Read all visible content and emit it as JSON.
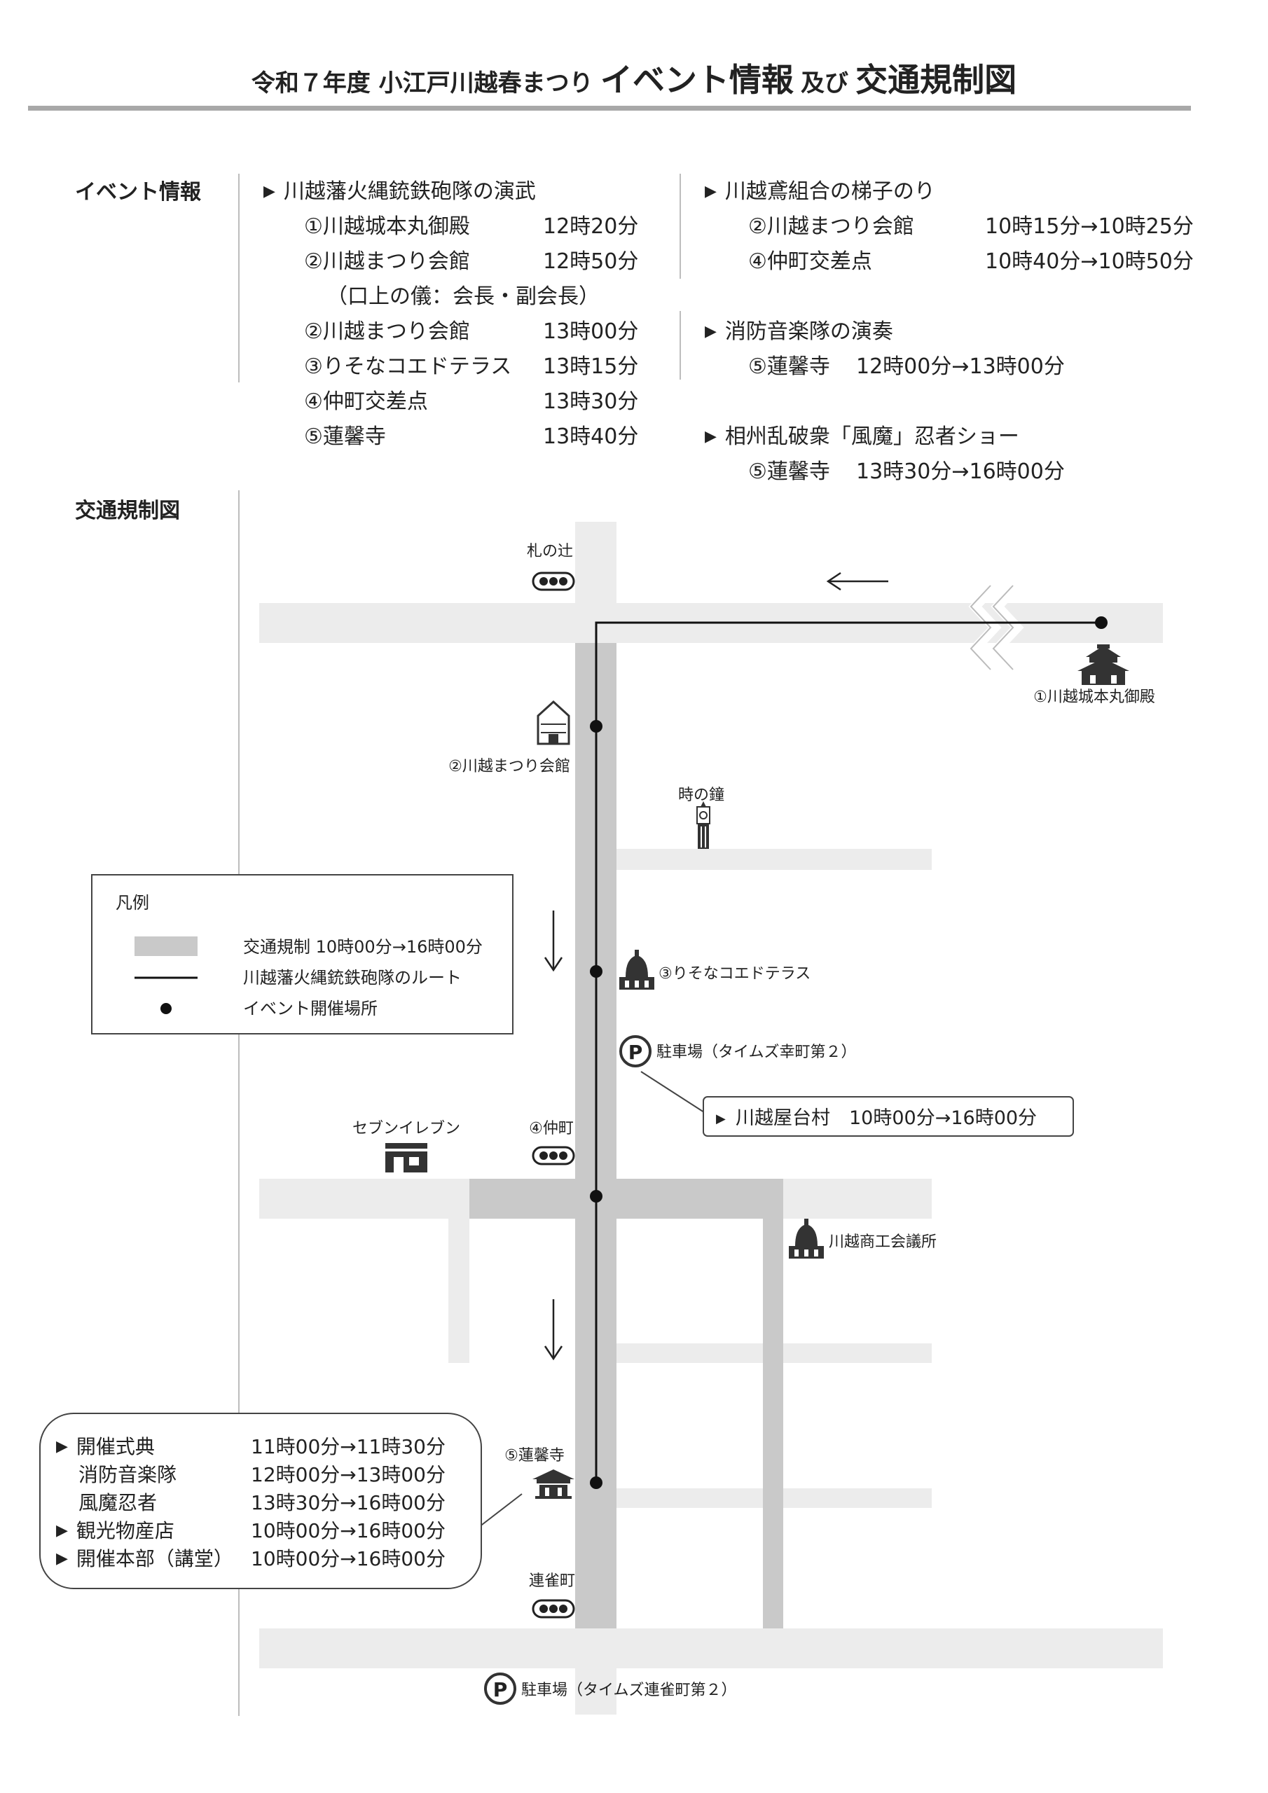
{
  "title": {
    "part1": "令和７年度 小江戸川越春まつり",
    "part2": "イベント情報",
    "part3": "及び",
    "part4": "交通規制図"
  },
  "events_label": "イベント情報",
  "map_label": "交通規制図",
  "left_event": {
    "heading": "川越藩火縄銃鉄砲隊の演武",
    "rows": [
      {
        "place": "①川越城本丸御殿",
        "time": "12時20分"
      },
      {
        "place": "②川越まつり会館",
        "time": "12時50分"
      },
      {
        "place": "（口上の儀：会長・副会長）",
        "time": ""
      },
      {
        "place": "②川越まつり会館",
        "time": "13時00分"
      },
      {
        "place": "③りそなコエドテラス",
        "time": "13時15分"
      },
      {
        "place": "④仲町交差点",
        "time": "13時30分"
      },
      {
        "place": "⑤蓮馨寺",
        "time": "13時40分"
      }
    ]
  },
  "right_events": [
    {
      "heading": "川越鳶組合の梯子のり",
      "rows": [
        {
          "place": "②川越まつり会館",
          "time": "10時15分→10時25分"
        },
        {
          "place": "④仲町交差点",
          "time": "10時40分→10時50分"
        }
      ]
    },
    {
      "heading": "消防音楽隊の演奏",
      "rows": [
        {
          "place": "⑤蓮馨寺",
          "time": "12時00分→13時00分"
        }
      ]
    },
    {
      "heading": "相州乱破衆「風魔」忍者ショー",
      "rows": [
        {
          "place": "⑤蓮馨寺",
          "time": "13時30分→16時00分"
        }
      ]
    }
  ],
  "map": {
    "fudanotsuji": "札の辻",
    "honmaru": "①川越城本丸御殿",
    "matsuri_kaikan": "②川越まつり会館",
    "toki_no_kane": "時の鐘",
    "resona": "③りそなコエドテラス",
    "parking1": "駐車場（タイムズ幸町第２）",
    "yataimura": "川越屋台村　10時00分→16時00分",
    "seven_eleven": "セブンイレブン",
    "nakamachi": "④仲町",
    "shokokaigisho": "川越商工会議所",
    "renkeiji": "⑤蓮馨寺",
    "renjakucho": "連雀町",
    "parking2": "駐車場（タイムズ連雀町第２）",
    "parking_symbol": "P"
  },
  "legend": {
    "title": "凡例",
    "items": [
      {
        "symbol": "gray-band",
        "label": "交通規制  10時00分→16時00分"
      },
      {
        "symbol": "black-line",
        "label": "川越藩火縄銃鉄砲隊のルート"
      },
      {
        "symbol": "black-dot",
        "label": "イベント開催場所"
      }
    ]
  },
  "renkeiji_box": {
    "rows": [
      {
        "bullet": true,
        "name": "開催式典",
        "time": "11時00分→11時30分"
      },
      {
        "bullet": false,
        "name": "消防音楽隊",
        "time": "12時00分→13時00分"
      },
      {
        "bullet": false,
        "name": "風魔忍者",
        "time": "13時30分→16時00分"
      },
      {
        "bullet": true,
        "name": "観光物産店",
        "time": "10時00分→16時00分"
      },
      {
        "bullet": true,
        "name": "開催本部（講堂）",
        "time": "10時00分→16時00分"
      }
    ]
  },
  "colors": {
    "road": "#ececec",
    "restricted": "#c9c9c9",
    "route": "#111111",
    "rule": "#a8a8a8"
  }
}
